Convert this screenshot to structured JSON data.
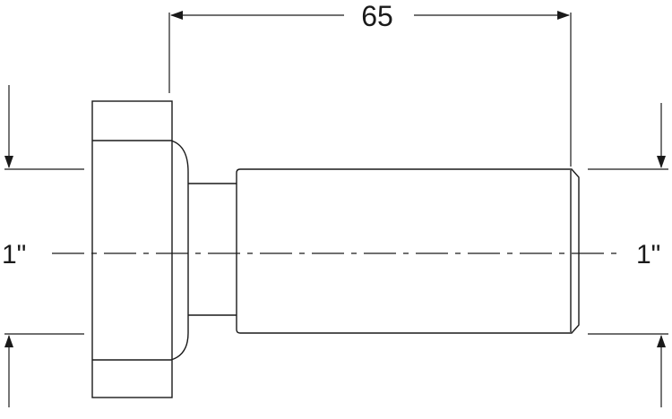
{
  "drawing": {
    "dimension_length": "65",
    "dimension_left_diameter": "1\"",
    "dimension_right_diameter": "1\""
  },
  "colors": {
    "line": "#1a1a1a",
    "background": "#ffffff"
  }
}
